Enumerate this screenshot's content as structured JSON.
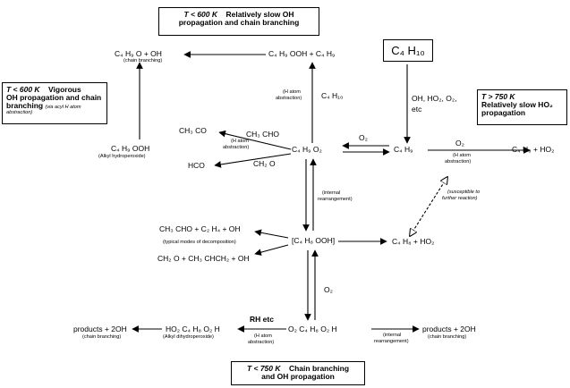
{
  "boxes": {
    "top": {
      "line1_temp": "T < 600 K",
      "line1_text": "Relatively slow OH",
      "line2": "propagation and chain branching"
    },
    "left": {
      "line1_temp": "T < 600 K",
      "line1_text": "Vigorous",
      "line2": "OH propagation and chain",
      "line3": "branching",
      "line3_note": "(via acyl H atom",
      "line4": "abstraction)"
    },
    "right": {
      "line1": "T > 750 K",
      "line2": "Relatively slow HO₂",
      "line3": "propagation"
    },
    "bottom": {
      "line1_temp": "T < 750 K",
      "line1_text": "Chain branching",
      "line2": "and OH propagation"
    },
    "fuel": "C₄ H₁₀"
  },
  "species": {
    "c4h9o_oh": "C₄ H₉ O + OH",
    "c4h9o_oh_note": "(chain branching)",
    "c4h9ooh_c4h9": "C₄ H₉ OOH + C₄ H₉",
    "c4h10_mid": "C₄ H₁₀",
    "ch3co": "CH₃ CO",
    "hco": "HCO",
    "ch3cho": "CH₃ CHO",
    "ch2o": "CH₂ O",
    "c4h9ooh_left": "C₄ H₉ OOH",
    "alkyl_hydroperoxide": "(Alkyl hydroperoxide)",
    "c4h9o2": "C₄ H₉ O₂",
    "c4h9": "C₄ H₉",
    "c4h8_ho2_right": "C₄ H₈ + HO₂",
    "qooh": "[C₄ H₈ OOH]",
    "c4h8_ho2_mid": "C₄ H₈ + HO₂",
    "ch3cho_c2h4_oh": "CH₃ CHO + C₂ H₄ + OH",
    "typical_decomp": "(typical modes of decomposition)",
    "ch2o_ch3chch2_oh": "CH₂ O + CH₃ CHCH₂ + OH",
    "o2c4h8o2h": "O₂ C₄ H₈ O₂ H",
    "ho2c4h8o2h": "HO₂ C₄ H₈ O₂ H",
    "alkyl_dihydroperoxide": "(Alkyl dihydroperoxide)",
    "products_left": "products + 2OH",
    "products_left_note": "(chain branching)",
    "products_right": "products + 2OH",
    "products_right_note": "(chain branching)"
  },
  "labels": {
    "h_abs_top_1": "(H atom",
    "h_abs_top_2": "abstraction)",
    "h_abs_left_1": "(H atom",
    "h_abs_left_2": "abstraction)",
    "oh_ho2_o2": "OH, HO₂, O₂,",
    "etc": "etc",
    "o2_upper": "O₂",
    "o2_lower": "O₂",
    "h_abs_right_1": "(H atom",
    "h_abs_right_2": "abstraction)",
    "internal_rearr_1": "(internal",
    "internal_rearr_2": "rearrangement)",
    "susceptible_1": "(susceptible to",
    "susceptible_2": "further reaction)",
    "o2_vertical": "O₂",
    "rh_etc": "RH etc",
    "h_abs_bottom_1": "(H atom",
    "h_abs_bottom_2": "abstraction)",
    "internal_bottom_1": "(internal",
    "internal_bottom_2": "rearrangement)"
  }
}
